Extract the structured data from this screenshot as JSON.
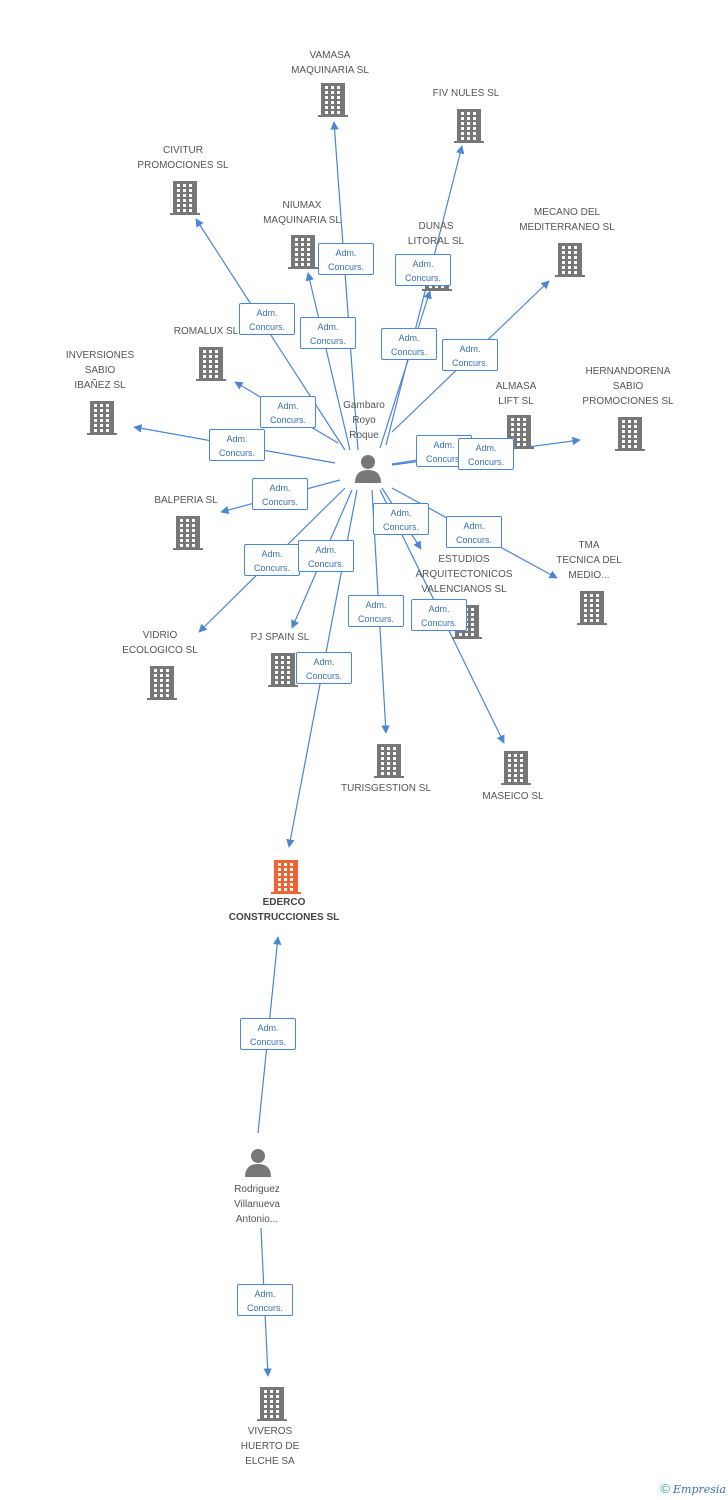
{
  "colors": {
    "edge": "#4a86d4",
    "building": "#777777",
    "highlight": "#f06332",
    "person": "#777777"
  },
  "people": [
    {
      "id": "gambaro",
      "label": "Gambaro\nRoyo\nRoque"
    },
    {
      "id": "rodriguez",
      "label": "Rodriguez\nVillanueva\nAntonio..."
    }
  ],
  "companies": [
    {
      "id": "vamasa",
      "label": "VAMASA\nMAQUINARIA SL"
    },
    {
      "id": "fiv",
      "label": "FIV NULES SL"
    },
    {
      "id": "civitur",
      "label": "CIVITUR\nPROMOCIONES SL"
    },
    {
      "id": "niumax",
      "label": "NIUMAX\nMAQUINARIA SL"
    },
    {
      "id": "dunas",
      "label": "DUNAS\nLITORAL SL"
    },
    {
      "id": "mecano",
      "label": "MECANO DEL\nMEDITERRANEO SL"
    },
    {
      "id": "romalux",
      "label": "ROMALUX SL"
    },
    {
      "id": "inversiones",
      "label": "INVERSIONES\nSABIO\nIBAÑEZ SL"
    },
    {
      "id": "almasa",
      "label": "ALMASA\nLIFT SL"
    },
    {
      "id": "hernandorena",
      "label": "HERNANDORENA\nSABIO\nPROMOCIONES SL"
    },
    {
      "id": "balperia",
      "label": "BALPERIA SL"
    },
    {
      "id": "tma",
      "label": "TMA\nTECNICA DEL\nMEDIO..."
    },
    {
      "id": "estudios",
      "label": "ESTUDIOS\nARQUITECTONICOS\nVALENCIANOS SL"
    },
    {
      "id": "vidrio",
      "label": "VIDRIO\nECOLOGICO SL"
    },
    {
      "id": "pjspain",
      "label": "PJ SPAIN  SL"
    },
    {
      "id": "turisgestion",
      "label": "TURISGESTION SL"
    },
    {
      "id": "maseico",
      "label": "MASEICO SL"
    },
    {
      "id": "ederco",
      "label": "EDERCO\nCONSTRUCCIONES SL",
      "highlight": true
    },
    {
      "id": "viveros",
      "label": "VIVEROS\nHUERTO DE\nELCHE SA"
    }
  ],
  "edges": [
    {
      "from": "gambaro",
      "to": "vamasa",
      "label": "Adm.\nConcurs."
    },
    {
      "from": "gambaro",
      "to": "fiv",
      "label": "Adm.\nConcurs."
    },
    {
      "from": "gambaro",
      "to": "civitur",
      "label": "Adm.\nConcurs."
    },
    {
      "from": "gambaro",
      "to": "niumax",
      "label": "Adm.\nConcurs."
    },
    {
      "from": "gambaro",
      "to": "dunas",
      "label": "Adm.\nConcurs."
    },
    {
      "from": "gambaro",
      "to": "mecano",
      "label": "Adm.\nConcurs."
    },
    {
      "from": "gambaro",
      "to": "romalux",
      "label": "Adm.\nConcurs."
    },
    {
      "from": "gambaro",
      "to": "inversiones",
      "label": "Adm.\nConcurs."
    },
    {
      "from": "gambaro",
      "to": "almasa",
      "label": "Adm.\nConcurs."
    },
    {
      "from": "gambaro",
      "to": "hernandorena",
      "label": "Adm.\nConcurs."
    },
    {
      "from": "gambaro",
      "to": "balperia",
      "label": "Adm.\nConcurs."
    },
    {
      "from": "gambaro",
      "to": "tma",
      "label": "Adm.\nConcurs."
    },
    {
      "from": "gambaro",
      "to": "estudios",
      "label": "Adm.\nConcurs."
    },
    {
      "from": "gambaro",
      "to": "vidrio",
      "label": "Adm.\nConcurs."
    },
    {
      "from": "gambaro",
      "to": "pjspain",
      "label": "Adm.\nConcurs."
    },
    {
      "from": "gambaro",
      "to": "turisgestion",
      "label": "Adm.\nConcurs."
    },
    {
      "from": "gambaro",
      "to": "maseico",
      "label": "Adm.\nConcurs."
    },
    {
      "from": "gambaro",
      "to": "ederco",
      "label": "Adm.\nConcurs."
    },
    {
      "from": "rodriguez",
      "to": "ederco",
      "label": "Adm.\nConcurs."
    },
    {
      "from": "rodriguez",
      "to": "viveros",
      "label": "Adm.\nConcurs."
    }
  ],
  "footer": {
    "copyright": "©",
    "brand": "Empresia"
  }
}
